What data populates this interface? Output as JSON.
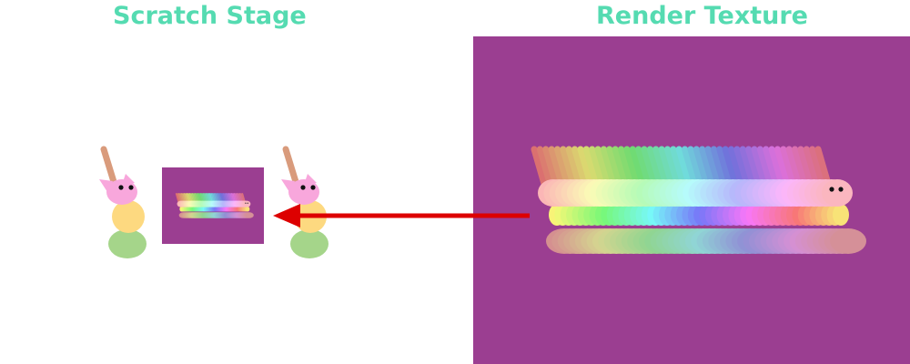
{
  "titles": {
    "stage": "Scratch Stage",
    "render_texture": "Render Texture"
  },
  "colors": {
    "title": "#55dbb1",
    "panel_background": "#9b3e91",
    "arrow": "#dd0000",
    "stick": "#d99b7c",
    "cat_pink": "#f8a7dc",
    "ball_yellow": "#fdd980",
    "blob_green": "#a5d58a",
    "eye": "#111111"
  },
  "icons": {
    "left_sprite": "cat-kebab-sprite-icon",
    "right_sprite": "cat-kebab-sprite-icon",
    "arrow": "arrow-left-icon"
  },
  "render_texture": {
    "copies": 50
  }
}
